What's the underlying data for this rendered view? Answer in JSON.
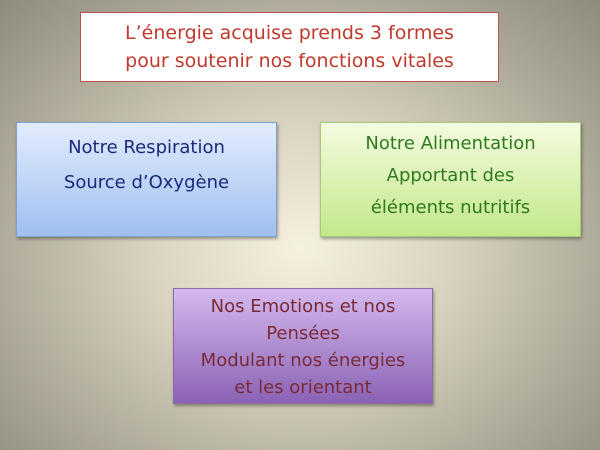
{
  "title": {
    "line1": "L’énergie acquise prends 3 formes",
    "line2": "pour soutenir nos fonctions vitales"
  },
  "respiration": {
    "line1": "Notre Respiration",
    "line2": "Source d’Oxygène",
    "color": "#1a2a7a"
  },
  "alimentation": {
    "line1": "Notre Alimentation",
    "line2": "Apportant des",
    "line3": "éléments nutritifs",
    "color": "#2f7a1f"
  },
  "emotions": {
    "line1": "Nos Emotions et nos",
    "line2": "Pensées",
    "line3": "Modulant nos énergies",
    "line4": "et les orientant",
    "color": "#7a2a35"
  }
}
